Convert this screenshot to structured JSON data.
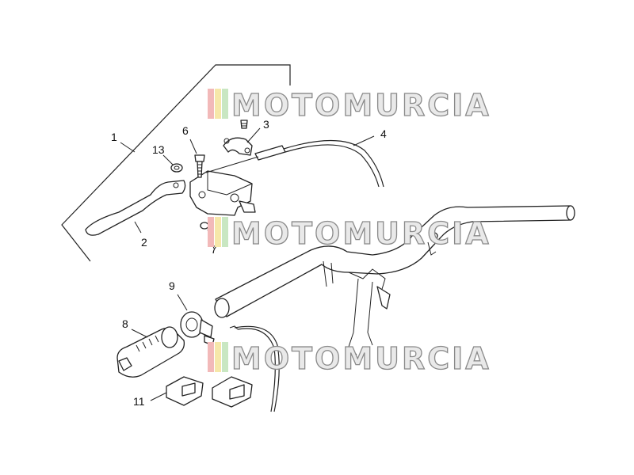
{
  "watermark": {
    "text": "MOTOMURCIA",
    "stripe_colors": [
      "#f2b9b9",
      "#f6e7a9",
      "#c9e7c2"
    ]
  },
  "labels": {
    "l1": "1",
    "l2": "2",
    "l3": "3",
    "l4": "4",
    "l6": "6",
    "l7": "7",
    "l8": "8",
    "l9": "9",
    "l11": "11",
    "l13": "13"
  }
}
